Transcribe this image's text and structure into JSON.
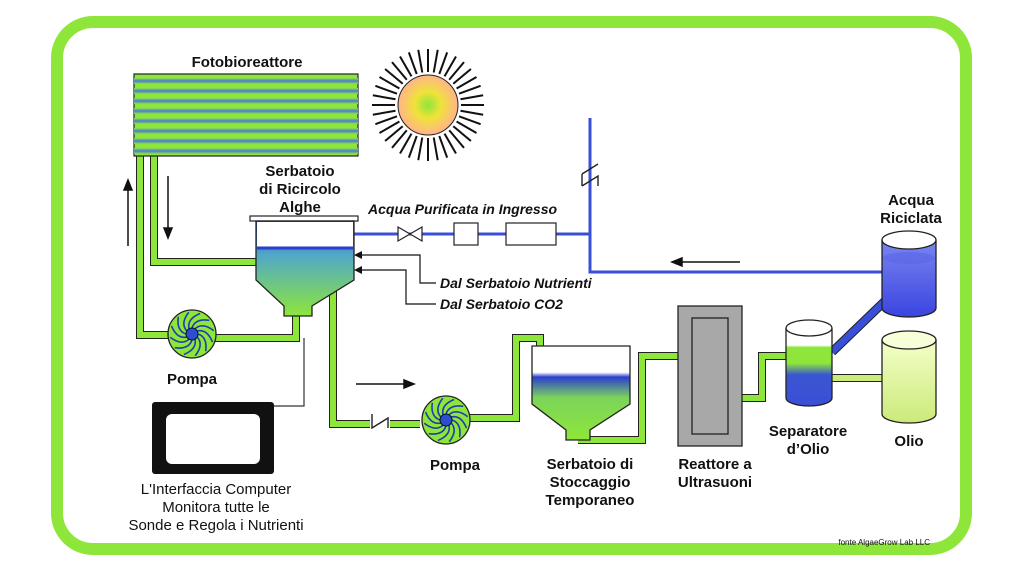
{
  "colors": {
    "accent": "#8ee63a",
    "water_blue": "#3a4fd8",
    "dark": "#111111"
  },
  "labels": {
    "photobioreactor": "Fotobioreattore",
    "recirc_tank": [
      "Serbatoio",
      "di Ricircolo",
      "Alghe"
    ],
    "purified_water": "Acqua Purificata in Ingresso",
    "from_nutrients": "Dal Serbatoio Nutrienti",
    "from_co2": "Dal Serbatoio CO2",
    "pump_left": "Pompa",
    "pump_mid": "Pompa",
    "computer": [
      "L'Interfaccia Computer",
      "Monitora tutte le",
      "Sonde e Regola i Nutrienti"
    ],
    "storage_tank": [
      "Serbatoio di",
      "Stoccaggio",
      "Temporaneo"
    ],
    "ultrasound_reactor": [
      "Reattore a",
      "Ultrasuoni"
    ],
    "oil_separator": [
      "Separatore",
      "d’Olio"
    ],
    "recycled_water": [
      "Acqua",
      "Riciclata"
    ],
    "oil": "Olio",
    "source": "fonte AlgaeGrow Lab LLC"
  },
  "icons": [
    "sun-icon",
    "pump-icon",
    "valve-icon",
    "check-valve-icon",
    "computer-monitor-icon",
    "flow-arrow-icon"
  ]
}
